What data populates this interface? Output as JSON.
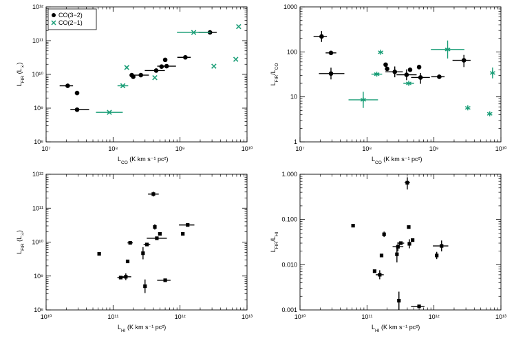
{
  "colors": {
    "black": "#000000",
    "green": "#1a9e77"
  },
  "chart_data": [
    {
      "type": "scatter",
      "xscale": "log",
      "yscale": "log",
      "xlim": [
        10000000.0,
        10000000000.0
      ],
      "ylim": [
        100000000.0,
        1000000000000.0
      ],
      "xlabel": "L_CO (K km s⁻¹ pc²)",
      "ylabel": "L_FIR (L_☉)",
      "x_ticks": [
        "10⁷",
        "10⁸",
        "10⁹",
        "10¹⁰"
      ],
      "y_ticks": [
        "10⁸",
        "10⁹",
        "10¹⁰",
        "10¹¹",
        "10¹²"
      ],
      "legend": {
        "position": "top-left"
      },
      "series": [
        {
          "name": "CO(3−2)",
          "marker": "circle",
          "color": "#000000",
          "points": [
            {
              "x": 21000000.0,
              "y": 4600000000.0,
              "xerr_low": 0.12,
              "xerr_high": 0.08
            },
            {
              "x": 29000000.0,
              "y": 2800000000.0
            },
            {
              "x": 29000000.0,
              "y": 900000000.0,
              "xerr_low": 0.1,
              "xerr_high": 0.18
            },
            {
              "x": 190000000.0,
              "y": 9500000000.0
            },
            {
              "x": 200000000.0,
              "y": 8500000000.0
            },
            {
              "x": 260000000.0,
              "y": 9500000000.0,
              "xerr_low": 0.15,
              "xerr_high": 0.12
            },
            {
              "x": 440000000.0,
              "y": 13000000000.0,
              "xerr_low": 0.17,
              "xerr_high": 0.13
            },
            {
              "x": 530000000.0,
              "y": 17000000000.0
            },
            {
              "x": 600000000.0,
              "y": 27000000000.0
            },
            {
              "x": 630000000.0,
              "y": 17500000000.0,
              "xerr_low": 0.14,
              "xerr_high": 0.14
            },
            {
              "x": 1200000000.0,
              "y": 32000000000.0,
              "xerr_low": 0.12,
              "xerr_high": 0.08
            },
            {
              "x": 2800000000.0,
              "y": 175000000000.0,
              "xerr_low": 0.17,
              "xerr_high": 0.1
            }
          ]
        },
        {
          "name": "CO(2−1)",
          "marker": "x",
          "color": "#1a9e77",
          "points": [
            {
              "x": 88000000.0,
              "y": 750000000.0,
              "xerr_low": 0.2,
              "xerr_high": 0.2
            },
            {
              "x": 140000000.0,
              "y": 4600000000.0,
              "xerr_low": 0.08,
              "xerr_high": 0.08
            },
            {
              "x": 160000000.0,
              "y": 16000000000.0
            },
            {
              "x": 420000000.0,
              "y": 8000000000.0
            },
            {
              "x": 1600000000.0,
              "y": 175000000000.0,
              "xerr_low": 0.25,
              "xerr_high": 0.25
            },
            {
              "x": 3200000000.0,
              "y": 17500000000.0
            },
            {
              "x": 6800000000.0,
              "y": 28000000000.0
            },
            {
              "x": 7500000000.0,
              "y": 260000000000.0
            }
          ]
        }
      ]
    },
    {
      "type": "scatter",
      "xscale": "log",
      "yscale": "log",
      "xlim": [
        10000000.0,
        10000000000.0
      ],
      "ylim": [
        1,
        1000
      ],
      "xlabel": "L_CO (K km s⁻¹ pc²)",
      "ylabel": "L_FIR/L_CO",
      "x_ticks": [
        "10⁷",
        "10⁸",
        "10⁹",
        "10¹⁰"
      ],
      "y_ticks": [
        "1",
        "10",
        "100",
        "1000"
      ],
      "series": [
        {
          "name": "CO(3−2)",
          "marker": "circle",
          "color": "#000000",
          "points": [
            {
              "x": 21000000.0,
              "y": 220,
              "xerr_low": 0.12,
              "xerr_high": 0.08,
              "yerr_low": 0.12,
              "yerr_high": 0.12
            },
            {
              "x": 29000000.0,
              "y": 95,
              "xerr_low": 0.08,
              "xerr_high": 0.08
            },
            {
              "x": 29000000.0,
              "y": 33,
              "xerr_low": 0.18,
              "xerr_high": 0.2,
              "yerr_low": 0.13,
              "yerr_high": 0.13
            },
            {
              "x": 190000000.0,
              "y": 52
            },
            {
              "x": 200000000.0,
              "y": 42
            },
            {
              "x": 260000000.0,
              "y": 36,
              "xerr_low": 0.14,
              "xerr_high": 0.12,
              "yerr_low": 0.12,
              "yerr_high": 0.12
            },
            {
              "x": 390000000.0,
              "y": 31,
              "xerr_low": 0.15,
              "xerr_high": 0.15,
              "yerr_low": 0.12,
              "yerr_high": 0.12
            },
            {
              "x": 440000000.0,
              "y": 40
            },
            {
              "x": 600000000.0,
              "y": 46,
              "yerr_low": 0.05,
              "yerr_high": 0.05
            },
            {
              "x": 630000000.0,
              "y": 27,
              "xerr_low": 0.14,
              "xerr_high": 0.14,
              "yerr_low": 0.14,
              "yerr_high": 0.1
            },
            {
              "x": 1200000000.0,
              "y": 28,
              "xerr_low": 0.12,
              "xerr_high": 0.08
            },
            {
              "x": 2800000000.0,
              "y": 65,
              "xerr_low": 0.17,
              "xerr_high": 0.1,
              "yerr_low": 0.15,
              "yerr_high": 0.12
            }
          ]
        },
        {
          "name": "CO(2−1)",
          "marker": "asterisk",
          "color": "#1a9e77",
          "points": [
            {
              "x": 88000000.0,
              "y": 8.6,
              "xerr_low": 0.22,
              "xerr_high": 0.22,
              "yerr_low": 0.18,
              "yerr_high": 0.18
            },
            {
              "x": 140000000.0,
              "y": 32,
              "xerr_low": 0.08,
              "xerr_high": 0.08
            },
            {
              "x": 160000000.0,
              "y": 98
            },
            {
              "x": 420000000.0,
              "y": 20,
              "xerr_low": 0.08,
              "xerr_high": 0.08
            },
            {
              "x": 1600000000.0,
              "y": 113,
              "xerr_low": 0.25,
              "xerr_high": 0.25,
              "yerr_low": 0.2,
              "yerr_high": 0.2
            },
            {
              "x": 3200000000.0,
              "y": 5.7
            },
            {
              "x": 6800000000.0,
              "y": 4.2
            },
            {
              "x": 7500000000.0,
              "y": 34,
              "yerr_low": 0.12,
              "yerr_high": 0.12
            }
          ]
        }
      ]
    },
    {
      "type": "scatter",
      "xscale": "log",
      "yscale": "log",
      "xlim": [
        10000000000.0,
        10000000000000.0
      ],
      "ylim": [
        100000000.0,
        1000000000000.0
      ],
      "xlabel": "L_HI (K km s⁻¹ pc²)",
      "ylabel": "L_FIR (L_☉)",
      "x_ticks": [
        "10¹⁰",
        "10¹¹",
        "10¹²",
        "10¹³"
      ],
      "y_ticks": [
        "10⁸",
        "10⁹",
        "10¹⁰",
        "10¹¹",
        "10¹²"
      ],
      "series": [
        {
          "name": "",
          "marker": "square",
          "color": "#000000",
          "points": [
            {
              "x": 62000000000.0,
              "y": 4500000000.0
            },
            {
              "x": 130000000000.0,
              "y": 900000000.0,
              "xerr_low": 0.05,
              "xerr_high": 0.05
            },
            {
              "x": 155000000000.0,
              "y": 950000000.0,
              "xerr_low": 0.08,
              "xerr_high": 0.08,
              "yerr_low": 0.1,
              "yerr_high": 0.1
            },
            {
              "x": 165000000000.0,
              "y": 2700000000.0
            },
            {
              "x": 180000000000.0,
              "y": 9500000000.0,
              "xerr_low": 0.04,
              "xerr_high": 0.04
            },
            {
              "x": 280000000000.0,
              "y": 4700000000.0,
              "yerr_low": 0.18,
              "yerr_high": 0.18
            },
            {
              "x": 300000000000.0,
              "y": 500000000.0,
              "yerr_low": 0.2,
              "yerr_high": 0.2
            },
            {
              "x": 320000000000.0,
              "y": 8500000000.0,
              "xerr_low": 0.05,
              "xerr_high": 0.05
            },
            {
              "x": 400000000000.0,
              "y": 260000000000.0,
              "xerr_low": 0.08,
              "xerr_high": 0.08,
              "yerr_low": 0.07,
              "yerr_high": 0.07
            },
            {
              "x": 420000000000.0,
              "y": 28000000000.0,
              "yerr_low": 0.08,
              "yerr_high": 0.08
            },
            {
              "x": 450000000000.0,
              "y": 13000000000.0,
              "xerr_low": 0.15,
              "xerr_high": 0.15
            },
            {
              "x": 500000000000.0,
              "y": 17500000000.0
            },
            {
              "x": 600000000000.0,
              "y": 750000000.0,
              "xerr_low": 0.12,
              "xerr_high": 0.08
            },
            {
              "x": 1100000000000.0,
              "y": 17500000000.0
            },
            {
              "x": 1300000000000.0,
              "y": 32000000000.0,
              "xerr_low": 0.13,
              "xerr_high": 0.1
            }
          ]
        }
      ]
    },
    {
      "type": "scatter",
      "xscale": "log",
      "yscale": "log",
      "xlim": [
        10000000000.0,
        10000000000000.0
      ],
      "ylim": [
        0.001,
        1.0
      ],
      "xlabel": "L_HI (K km s⁻¹ pc²)",
      "ylabel": "L_FIR/L_HI",
      "x_ticks": [
        "10¹⁰",
        "10¹¹",
        "10¹²",
        "10¹³"
      ],
      "y_ticks": [
        "0.001",
        "0.010",
        "0.100",
        "1.000"
      ],
      "series": [
        {
          "name": "",
          "marker": "square",
          "color": "#000000",
          "points": [
            {
              "x": 62000000000.0,
              "y": 0.073
            },
            {
              "x": 130000000000.0,
              "y": 0.0072
            },
            {
              "x": 155000000000.0,
              "y": 0.006,
              "xerr_low": 0.06,
              "xerr_high": 0.06,
              "yerr_low": 0.1,
              "yerr_high": 0.1
            },
            {
              "x": 165000000000.0,
              "y": 0.016
            },
            {
              "x": 180000000000.0,
              "y": 0.047,
              "yerr_low": 0.06,
              "yerr_high": 0.06
            },
            {
              "x": 280000000000.0,
              "y": 0.017,
              "yerr_low": 0.18,
              "yerr_high": 0.15
            },
            {
              "x": 290000000000.0,
              "y": 0.025,
              "xerr_low": 0.08,
              "xerr_high": 0.08,
              "yerr_low": 0.1,
              "yerr_high": 0.1
            },
            {
              "x": 300000000000.0,
              "y": 0.0016,
              "yerr_low": 0.2,
              "yerr_high": 0.2
            },
            {
              "x": 320000000000.0,
              "y": 0.03,
              "xerr_low": 0.05,
              "xerr_high": 0.05
            },
            {
              "x": 400000000000.0,
              "y": 0.65,
              "xerr_low": 0.04,
              "xerr_high": 0.04,
              "yerr_low": 0.15,
              "yerr_high": 0.12
            },
            {
              "x": 420000000000.0,
              "y": 0.068
            },
            {
              "x": 430000000000.0,
              "y": 0.029,
              "yerr_low": 0.1,
              "yerr_high": 0.1
            },
            {
              "x": 480000000000.0,
              "y": 0.035
            },
            {
              "x": 600000000000.0,
              "y": 0.0012,
              "xerr_low": 0.12,
              "xerr_high": 0.08
            },
            {
              "x": 1100000000000.0,
              "y": 0.016,
              "yerr_low": 0.08,
              "yerr_high": 0.08
            },
            {
              "x": 1300000000000.0,
              "y": 0.026,
              "xerr_low": 0.13,
              "xerr_high": 0.1,
              "yerr_low": 0.12,
              "yerr_high": 0.12
            }
          ]
        }
      ]
    }
  ]
}
